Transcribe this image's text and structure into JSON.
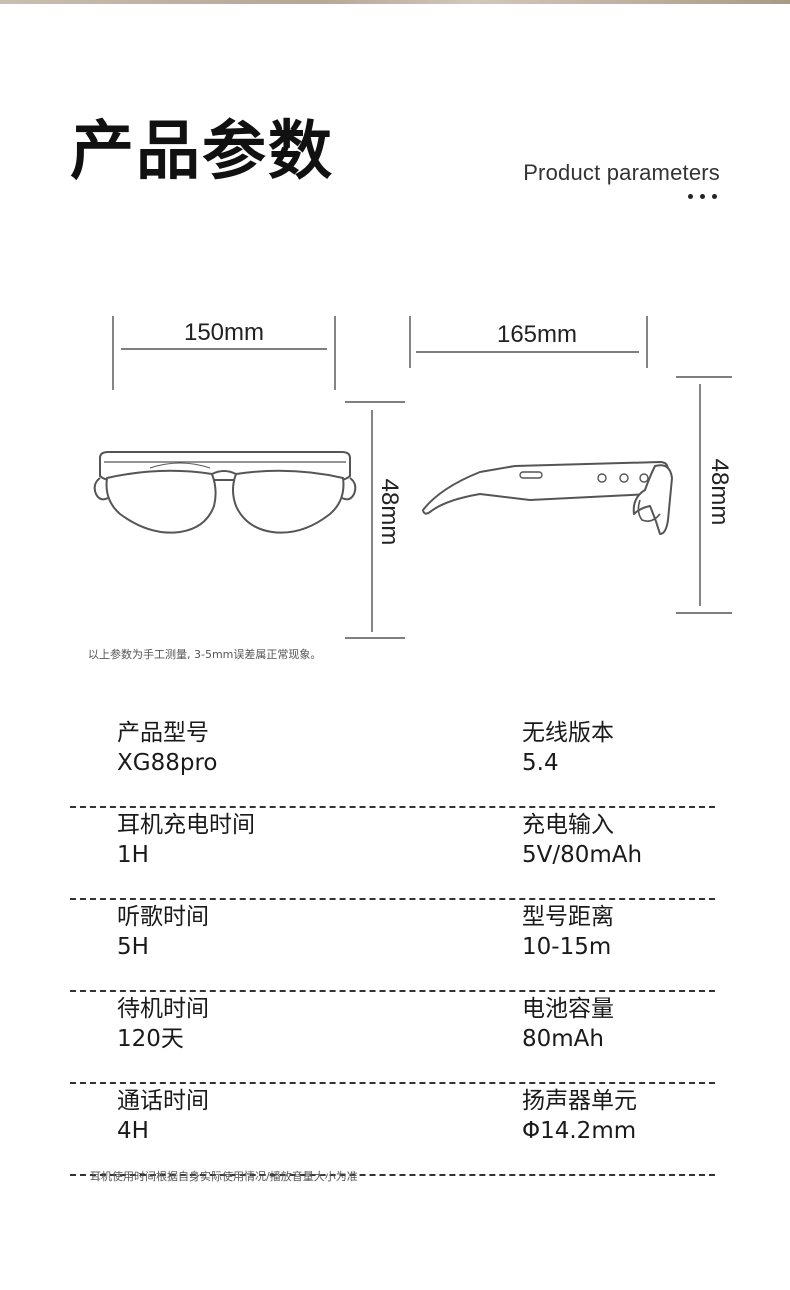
{
  "header": {
    "title": "产品参数",
    "subtitle": "Product parameters"
  },
  "dimensions": {
    "front_width": "150mm",
    "side_length": "165mm",
    "front_height": "48mm",
    "side_height": "48mm"
  },
  "note": "以上参数为手工测量, 3-5mm误差属正常现象。",
  "specs": [
    {
      "left_label": "产品型号",
      "left_value": "XG88pro",
      "right_label": "无线版本",
      "right_value": "5.4"
    },
    {
      "left_label": "耳机充电时间",
      "left_value": "1H",
      "right_label": "充电输入",
      "right_value": "5V/80mAh"
    },
    {
      "left_label": "听歌时间",
      "left_value": "5H",
      "right_label": "型号距离",
      "right_value": "10-15m"
    },
    {
      "left_label": "待机时间",
      "left_value": "120天",
      "right_label": "电池容量",
      "right_value": "80mAh"
    },
    {
      "left_label": "通话时间",
      "left_value": "4H",
      "right_label": "扬声器单元",
      "right_value": "Φ14.2mm"
    }
  ],
  "footnote": "耳机使用时间根据自身实际使用情况/播放音量大小为准",
  "colors": {
    "text": "#1a1a1a",
    "line": "#333333",
    "accent_strip": "#b3a795"
  }
}
